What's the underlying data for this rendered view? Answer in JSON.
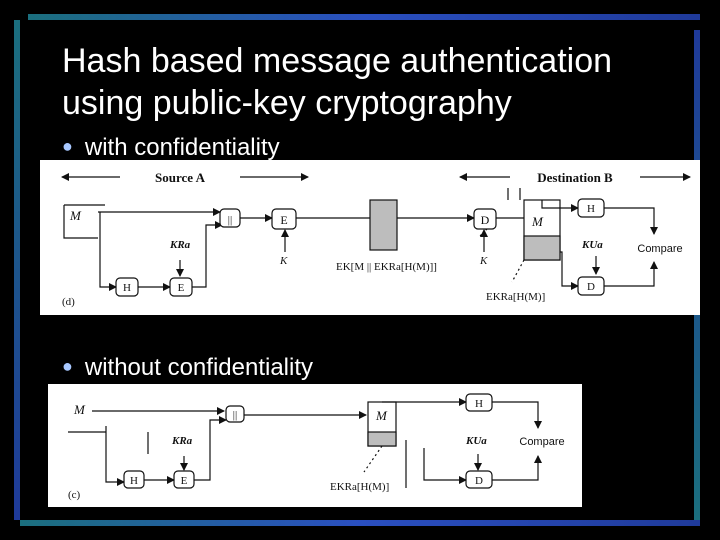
{
  "slide": {
    "title_line1": "Hash based message authentication",
    "title_line2": "using public-key cryptography",
    "bullet1": "with confidentiality",
    "bullet2": "without confidentiality"
  },
  "diagram_d": {
    "source_label": "Source A",
    "dest_label": "Destination B",
    "m_left": "M",
    "m_right": "M",
    "concat1": "||",
    "encrypt": "E",
    "decrypt1": "D",
    "hash_top": "H",
    "hash_bottom": "H",
    "encrypt_bottom": "E",
    "decrypt_bottom": "D",
    "kra": "KRa",
    "kua": "KUa",
    "k_left": "K",
    "k_right": "K",
    "compare": "Compare",
    "formula_mid": "EK[M || EKRa[H(M)]]",
    "formula_bottom": "EKRa[H(M)]",
    "figure_label": "(d)"
  },
  "diagram_c": {
    "m_left": "M",
    "m_right": "M",
    "concat": "||",
    "hash_top": "H",
    "hash_left": "H",
    "encrypt": "E",
    "decrypt": "D",
    "kra": "KRa",
    "kua": "KUa",
    "compare": "Compare",
    "formula": "EKRa[H(M)]",
    "figure_label": "(c)"
  },
  "colors": {
    "background": "#000000",
    "frame_blue": "#1f3a9a",
    "frame_teal": "#1b6f7e",
    "bullet": "#a8c8ff",
    "gray_box": "#bdbdbd"
  }
}
